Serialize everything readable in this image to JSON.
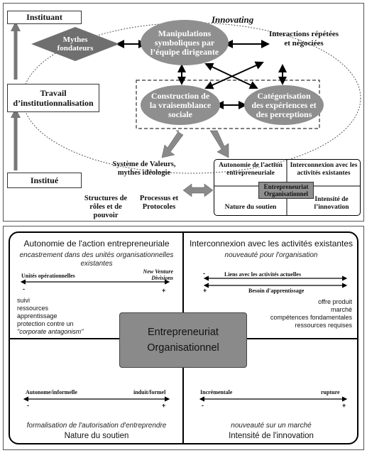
{
  "top": {
    "instituant": "Instituant",
    "travail": "Travail d’institutionnalisation",
    "institue": "Institué",
    "innovating": "Innovating",
    "mythes": "Mythes fondateurs",
    "manipulations": "Manipulations symboliques par l’équipe dirigeante",
    "interactions": "Interactions répétées et négociées",
    "construction": "Construction de la vraisemblance sociale",
    "categorisation": "Catégorisation des expériences et des perceptions",
    "systeme": "Système de Valeurs, mythes idéologie",
    "structures": "Structures de rôles et de pouvoir",
    "processus": "Processus et Protocoles",
    "mini": {
      "autonomie": "Autonomie de l’action entrepreneuriale",
      "interconnexion": "Interconnexion avec les activités existantes",
      "center": "Entrepreneuriat Organisationnel",
      "nature": "Nature du soutien",
      "intensite": "Intensité de l’innovation"
    }
  },
  "bottom": {
    "q1": {
      "title": "Autonomie de l'action entrepreneuriale",
      "subtitle": "encastrement dans des unités organisationnelles existantes",
      "left_label": "Unités opérationnelles",
      "right_label": "New Venture Divisions",
      "minus": "-",
      "plus": "+",
      "list": [
        "suivi",
        "ressources",
        "apprentissage",
        "protection contre un",
        "\"corporate antagonism\""
      ]
    },
    "q2": {
      "title": "Interconnexion avec les activités existantes",
      "subtitle": "nouveauté pour l'organisation",
      "arrow1": "Liens  avec les activités actuelles",
      "arrow2": "Besoin d'apprentissage",
      "minus": "-",
      "plus": "+",
      "list": [
        "offre produit",
        "marché",
        "compétences fondamentales",
        "ressources requises"
      ]
    },
    "center_line1": "Entrepreneuriat",
    "center_line2": "Organisationnel",
    "q3": {
      "left_label": "Autonome/informelle",
      "right_label": "induit/formel",
      "minus": "-",
      "plus": "+",
      "subtitle": "formalisation de l'autorisation d'entreprendre",
      "title": "Nature du soutien"
    },
    "q4": {
      "left_label": "Incrémentale",
      "right_label": "rupture",
      "minus": "-",
      "plus": "+",
      "subtitle": "nouveauté sur un marché",
      "title": "Intensité de l'innovation"
    }
  }
}
